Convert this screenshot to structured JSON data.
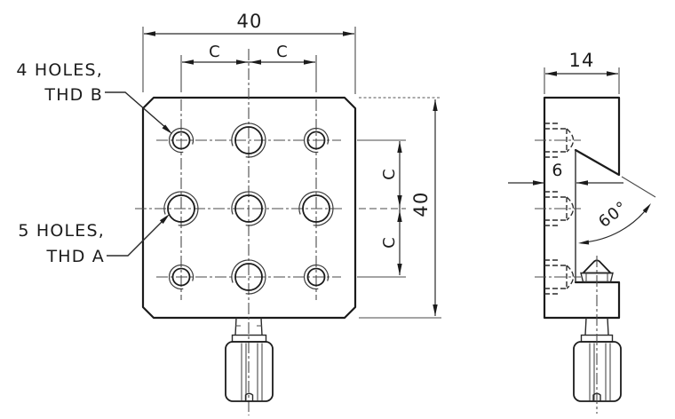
{
  "front": {
    "dim_width": "40",
    "dim_height": "40",
    "dim_col_spacing_left": "C",
    "dim_col_spacing_right": "C",
    "dim_row_spacing_upper": "C",
    "dim_row_spacing_lower": "C",
    "callout_b_line1": "4 HOLES,",
    "callout_b_line2": "THD B",
    "callout_a_line1": "5 HOLES,",
    "callout_a_line2": "THD A"
  },
  "side": {
    "dim_thickness": "14",
    "dim_hole_depth": "6",
    "dim_cone_angle": "60°"
  },
  "colors": {
    "line": "#1b1b1b",
    "thin_line": "#4a4a4a",
    "background": "#ffffff"
  }
}
